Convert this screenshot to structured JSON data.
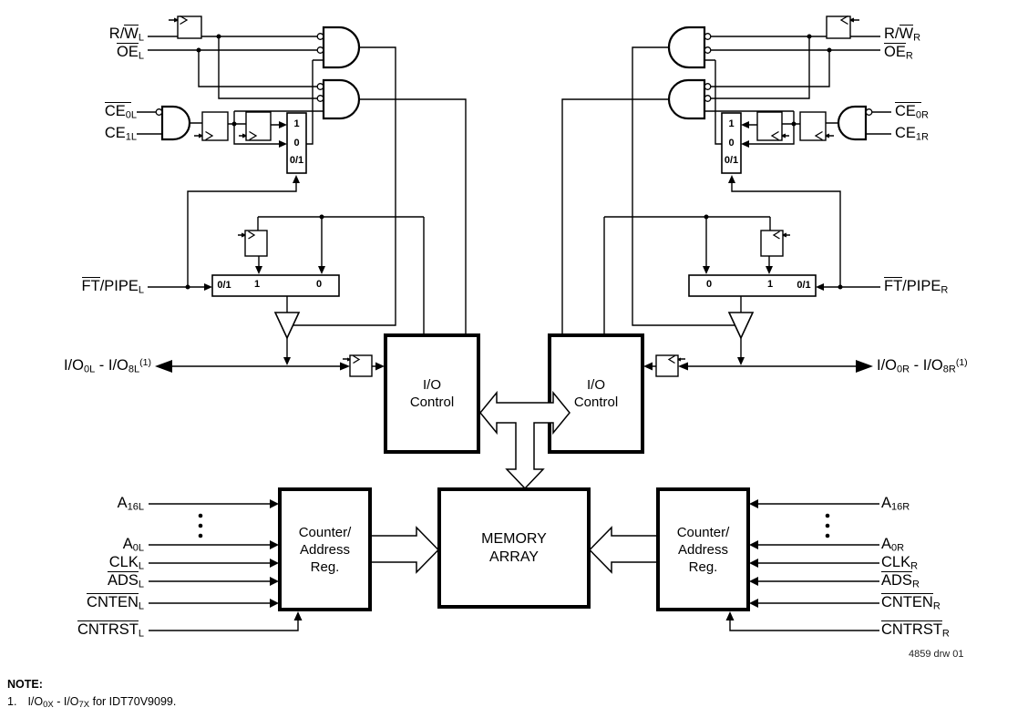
{
  "colors": {
    "line": "#000000",
    "background": "#ffffff"
  },
  "signals": {
    "left": {
      "rw": {
        "pre": "R/",
        "ov": "W",
        "sub": "L"
      },
      "oe": {
        "ov": "OE",
        "sub": "L"
      },
      "ce0": {
        "ov": "CE",
        "ovsub": "0",
        "sub": "L"
      },
      "ce1": {
        "pre": "CE",
        "sub": "1L"
      },
      "ftpipe": {
        "ov": "FT",
        "rest": "/PIPE",
        "sub": "L"
      },
      "io": {
        "a": "I/O",
        "a_sub": "0L",
        "dash": " - ",
        "b": "I/O",
        "b_sub": "8L",
        "note_ref": "(1)"
      },
      "a16": {
        "pre": "A",
        "sub": "16L"
      },
      "a0": {
        "pre": "A",
        "sub": "0L"
      },
      "clk": {
        "pre": "CLK",
        "sub": "L"
      },
      "ads": {
        "ov": "ADS",
        "sub": "L"
      },
      "cnten": {
        "ov": "CNTEN",
        "sub": "L"
      },
      "cntrst": {
        "ov": "CNTRST",
        "sub": "L"
      }
    },
    "right": {
      "rw": {
        "pre": "R/",
        "ov": "W",
        "sub": "R"
      },
      "oe": {
        "ov": "OE",
        "sub": "R"
      },
      "ce0": {
        "ov": "CE",
        "ovsub": "0",
        "sub": "R"
      },
      "ce1": {
        "pre": "CE",
        "sub": "1R"
      },
      "ftpipe": {
        "ov": "FT",
        "rest": "/PIPE",
        "sub": "R"
      },
      "io": {
        "a": "I/O",
        "a_sub": "0R",
        "dash": " - ",
        "b": "I/O",
        "b_sub": "8R",
        "note_ref": "(1)"
      },
      "a16": {
        "pre": "A",
        "sub": "16R"
      },
      "a0": {
        "pre": "A",
        "sub": "0R"
      },
      "clk": {
        "pre": "CLK",
        "sub": "R"
      },
      "ads": {
        "ov": "ADS",
        "sub": "R"
      },
      "cnten": {
        "ov": "CNTEN",
        "sub": "R"
      },
      "cntrst": {
        "ov": "CNTRST",
        "sub": "R"
      }
    }
  },
  "blocks": {
    "io_control": {
      "line1": "I/O",
      "line2": "Control"
    },
    "memory": {
      "line1": "MEMORY",
      "line2": "ARRAY"
    },
    "counter": {
      "line1": "Counter/",
      "line2": "Address",
      "line3": "Reg."
    }
  },
  "mux": {
    "ce_rows": {
      "r1": "1",
      "r2": "0",
      "r3": "0/1"
    },
    "pipe_left": {
      "c1": "0/1",
      "c2": "1",
      "c3": "0"
    },
    "pipe_right": {
      "c1": "0",
      "c2": "1",
      "c3": "0/1"
    }
  },
  "footer": {
    "drawing_number": "4859 drw 01",
    "note_heading": "NOTE:",
    "note_item": {
      "no": "1.",
      "a": "I/O",
      "a_sub": "0X",
      "mid": " - ",
      "b": "I/O",
      "b_sub": "7X",
      "rest": " for IDT70V9099."
    }
  }
}
